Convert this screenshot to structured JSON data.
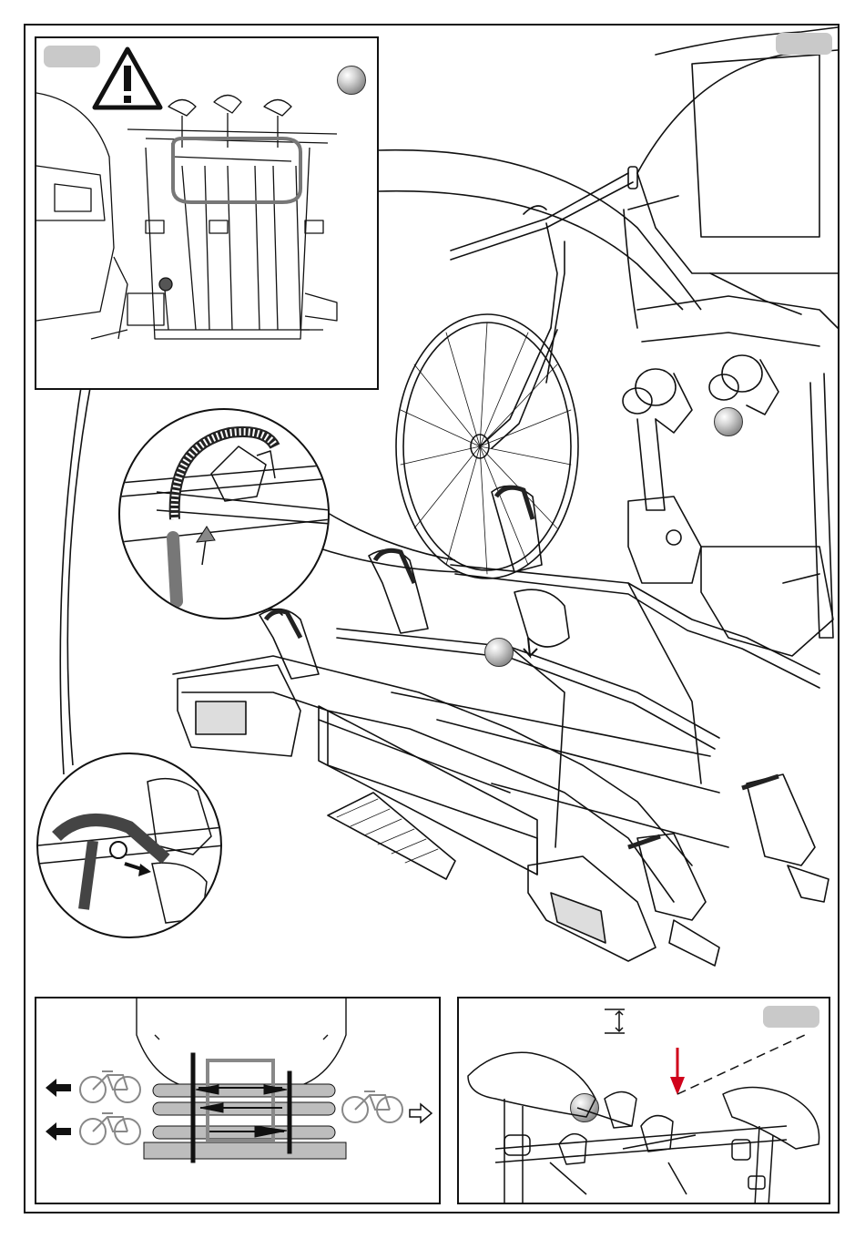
{
  "document": {
    "page_labels": {
      "main_step_tag": "",
      "inset_top_left_tag": "",
      "inset_bottom_right_tag": ""
    },
    "icons": {
      "warning": "warning-triangle-icon",
      "step_markers": "grey-ball-marker",
      "direction_arrows": "arrow-left-icon"
    },
    "colors": {
      "line": "#111111",
      "tag_fill": "#c9c9c9",
      "accent_arrow": "#d0021b",
      "bar_grey": "#bdbdbd"
    },
    "diagram_bottom_left": {
      "arrows_out": 2,
      "arrow_in": 1
    }
  }
}
